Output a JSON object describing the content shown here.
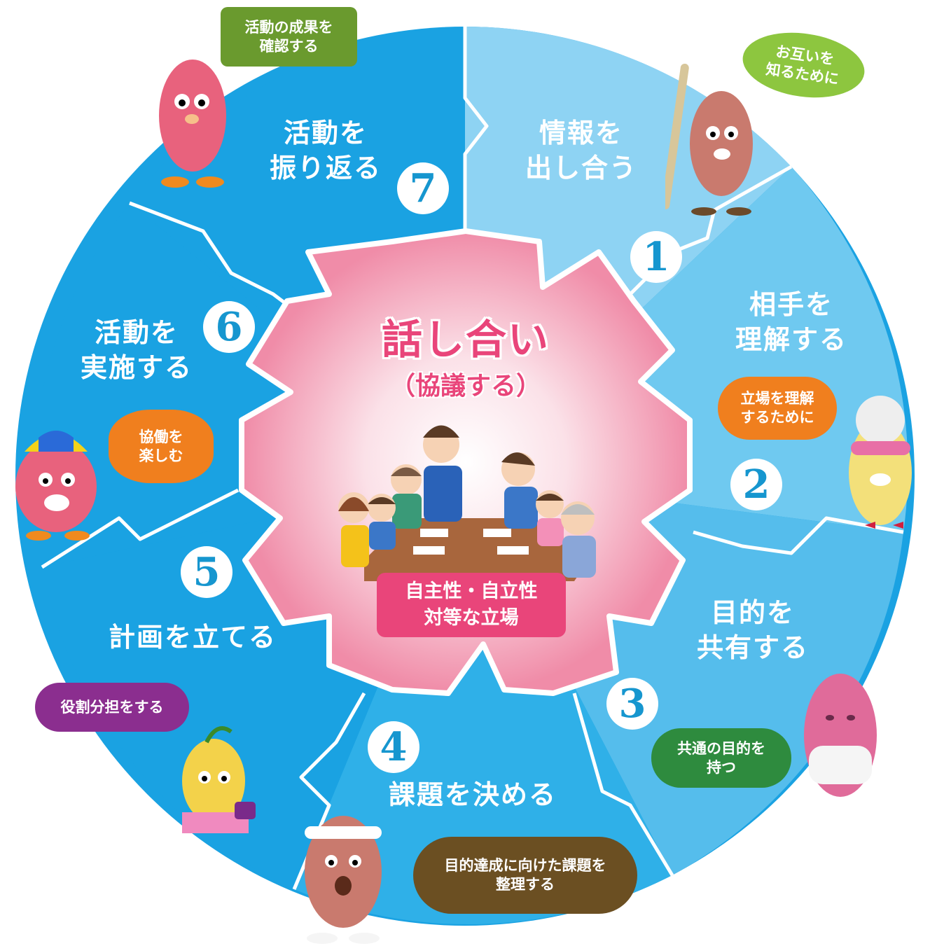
{
  "center": {
    "title": "話し合い",
    "subtitle": "（協議する）",
    "badge_line1": "自主性・自立性",
    "badge_line2": "対等な立場"
  },
  "steps": [
    {
      "number": "1",
      "line1": "情報を",
      "line2": "出し合う",
      "bubble1": "お互いを",
      "bubble2": "知るために",
      "bubble_color": "#8dc63f"
    },
    {
      "number": "2",
      "line1": "相手を",
      "line2": "理解する",
      "bubble1": "立場を理解",
      "bubble2": "するために",
      "bubble_color": "#f07f1e"
    },
    {
      "number": "3",
      "line1": "目的を",
      "line2": "共有する",
      "bubble1": "共通の目的を",
      "bubble2": "持つ",
      "bubble_color": "#2e8b3e"
    },
    {
      "number": "4",
      "line1": "課題を決める",
      "line2": "",
      "bubble1": "目的達成に向けた課題を",
      "bubble2": "整理する",
      "bubble_color": "#6b4f22"
    },
    {
      "number": "5",
      "line1": "計画を立てる",
      "line2": "",
      "bubble1": "役割分担をする",
      "bubble2": "",
      "bubble_color": "#8b2e8f"
    },
    {
      "number": "6",
      "line1": "活動を",
      "line2": "実施する",
      "bubble1": "協働を",
      "bubble2": "楽しむ",
      "bubble_color": "#f07f1e"
    },
    {
      "number": "7",
      "line1": "活動を",
      "line2": "振り返る",
      "bubble1": "活動の成果を",
      "bubble2": "確認する",
      "bubble_color": "#6a9a2e"
    }
  ],
  "colors": {
    "light_blue": "#8ed3f3",
    "mid_blue": "#55bdec",
    "dark_blue": "#1aa2e2",
    "center_pink": "#f2a0b8",
    "accent_pink": "#e9457a",
    "mascot_pink": "#e8627d"
  }
}
